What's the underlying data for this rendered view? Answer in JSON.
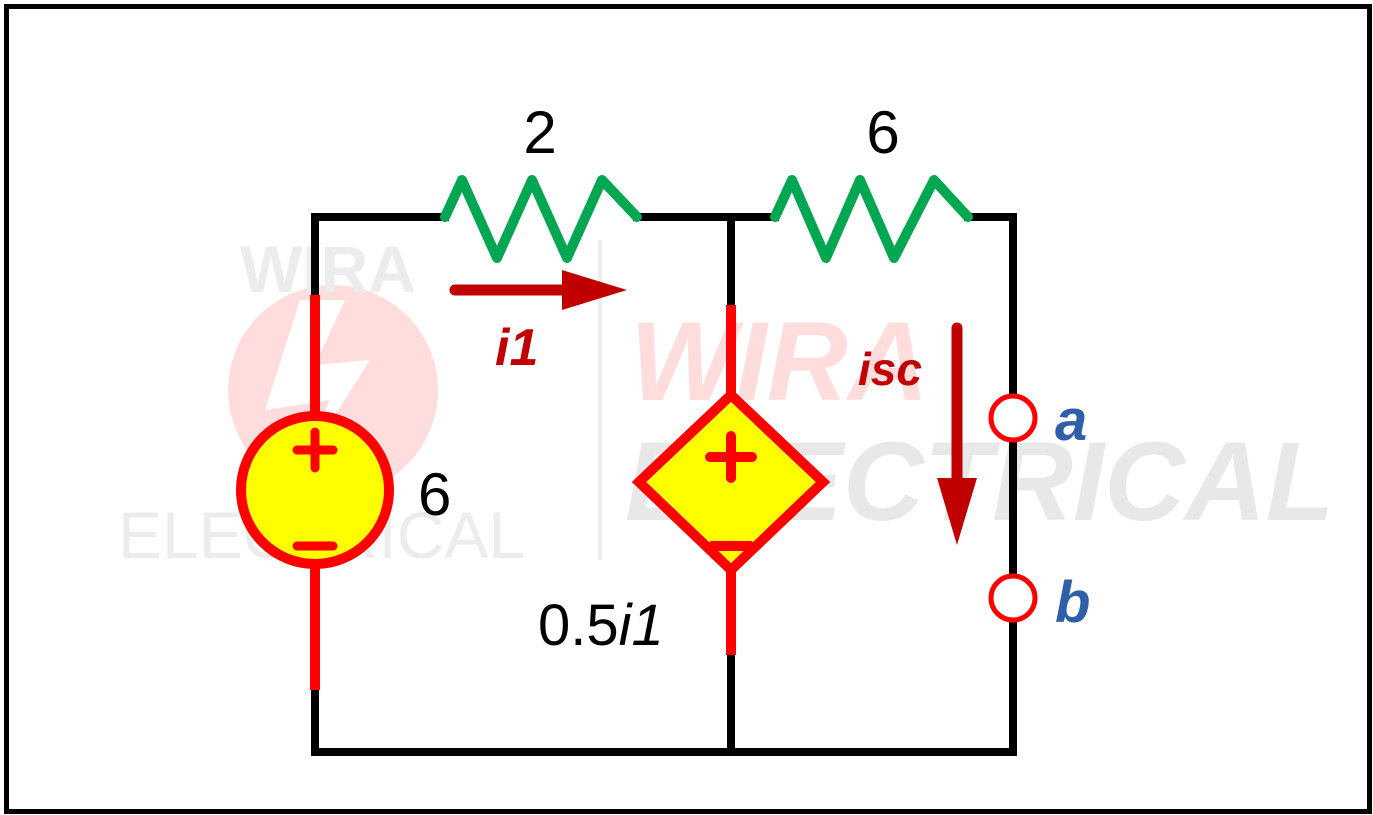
{
  "watermark": {
    "small_top": "WIRA",
    "small_bottom": "ELECTRICAL",
    "large_top": "WIRA",
    "large_bottom": "ELECTRICAL"
  },
  "components": {
    "resistor_left": {
      "value": "2"
    },
    "resistor_right": {
      "value": "6"
    },
    "voltage_source": {
      "value": "6"
    },
    "dependent_source": {
      "value_prefix": "0.5",
      "value_var": "i1"
    }
  },
  "currents": {
    "i1": "i1",
    "isc": "isc"
  },
  "terminals": {
    "a": "a",
    "b": "b"
  },
  "colors": {
    "wire": "#000000",
    "resistor": "#00a651",
    "source_outline": "#ff0000",
    "source_fill": "#ffff00",
    "current_arrow": "#c00000",
    "terminal_label": "#2e5fa8"
  }
}
